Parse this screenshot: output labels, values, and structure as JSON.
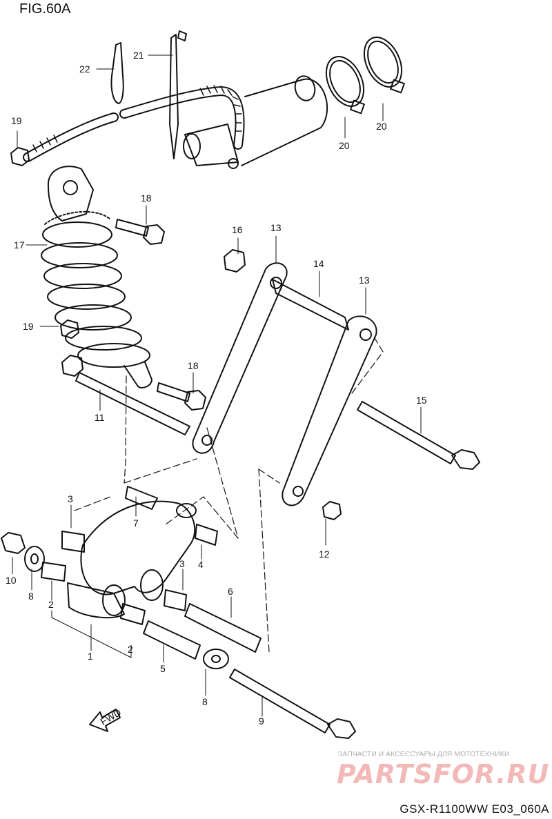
{
  "figure_title": "FIG.60A",
  "model_code": "GSX-R1100WW  E03_060A",
  "fwd_label": "FWD",
  "watermark": {
    "caption": "ЗАПЧАСТИ И АКСЕССУАРЫ ДЛЯ МОТОТЕХНИКИ",
    "brand": "PARTSFOR.RU"
  },
  "callouts": [
    {
      "id": "c22",
      "text": "22"
    },
    {
      "id": "c21",
      "text": "21"
    },
    {
      "id": "c20a",
      "text": "20"
    },
    {
      "id": "c20b",
      "text": "20"
    },
    {
      "id": "c19a",
      "text": "19"
    },
    {
      "id": "c18a",
      "text": "18"
    },
    {
      "id": "c17",
      "text": "17"
    },
    {
      "id": "c16",
      "text": "16"
    },
    {
      "id": "c13a",
      "text": "13"
    },
    {
      "id": "c14",
      "text": "14"
    },
    {
      "id": "c13b",
      "text": "13"
    },
    {
      "id": "c19b",
      "text": "19"
    },
    {
      "id": "c18b",
      "text": "18"
    },
    {
      "id": "c15",
      "text": "15"
    },
    {
      "id": "c11",
      "text": "11"
    },
    {
      "id": "c3a",
      "text": "3"
    },
    {
      "id": "c7",
      "text": "7"
    },
    {
      "id": "c4",
      "text": "4"
    },
    {
      "id": "c12",
      "text": "12"
    },
    {
      "id": "c10",
      "text": "10"
    },
    {
      "id": "c8a",
      "text": "8"
    },
    {
      "id": "c2a",
      "text": "2"
    },
    {
      "id": "c3b",
      "text": "3"
    },
    {
      "id": "c6",
      "text": "6"
    },
    {
      "id": "c1",
      "text": "1"
    },
    {
      "id": "c2b",
      "text": "2"
    },
    {
      "id": "c5",
      "text": "5"
    },
    {
      "id": "c8b",
      "text": "8"
    },
    {
      "id": "c9",
      "text": "9"
    }
  ]
}
